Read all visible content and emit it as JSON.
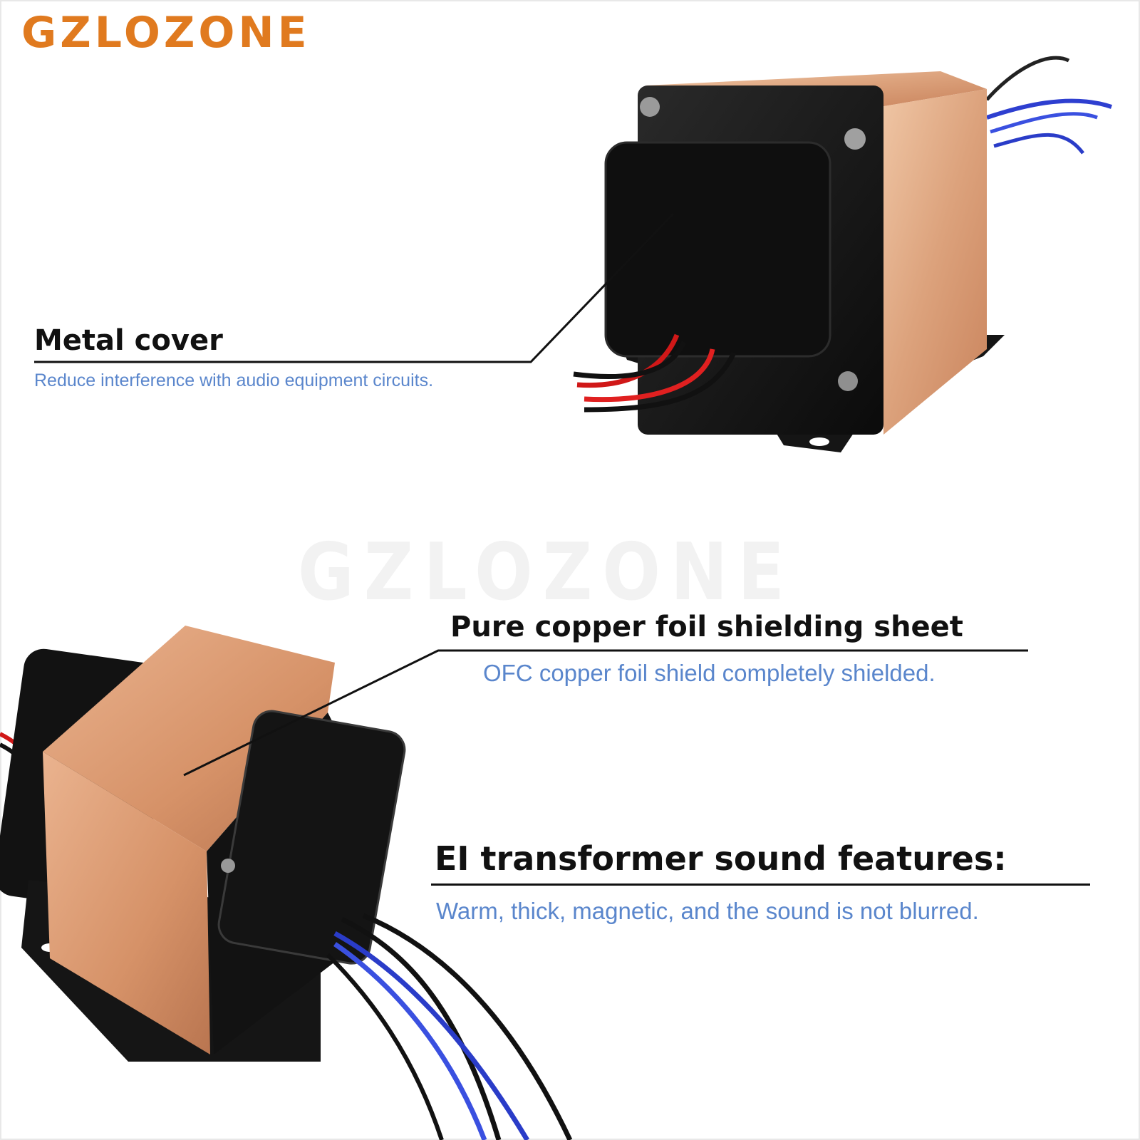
{
  "brand": {
    "logo_text": "GZLOZONE",
    "color": "#e07a1f"
  },
  "watermark": {
    "text": "GZLOZONE"
  },
  "features": [
    {
      "title": "Metal cover",
      "description": "Reduce interference with audio equipment circuits."
    },
    {
      "title": "Pure copper foil shielding sheet",
      "description": "OFC copper foil shield completely shielded."
    },
    {
      "title": "EI transformer sound features:",
      "description": "Warm, thick, magnetic, and the sound is not blurred."
    }
  ],
  "images": [
    {
      "name": "transformer-top-photo",
      "subject": "EI transformer with black metal end cover and copper foil band"
    },
    {
      "name": "transformer-bottom-photo",
      "subject": "EI transformer showing copper foil shielding sheet"
    }
  ],
  "colors": {
    "heading": "#111111",
    "description": "#5a86cc",
    "copper": "#d9a07a",
    "cover": "#141414"
  }
}
